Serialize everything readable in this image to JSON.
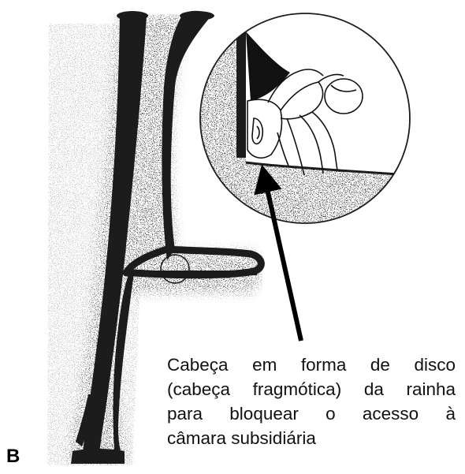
{
  "panel_label": "B",
  "caption": {
    "line1": [
      "Cabeça",
      "em",
      "forma",
      "de",
      "disco"
    ],
    "line2": [
      "(cabeça",
      "fragmótica)",
      "da",
      "rainha"
    ],
    "line3": [
      "para",
      "bloquear",
      "o",
      "acesso",
      "à"
    ],
    "line4": "câmara subsidiária"
  },
  "colors": {
    "soil": "#1c1c1c",
    "paper": "#ffffff",
    "ink": "#111111"
  }
}
